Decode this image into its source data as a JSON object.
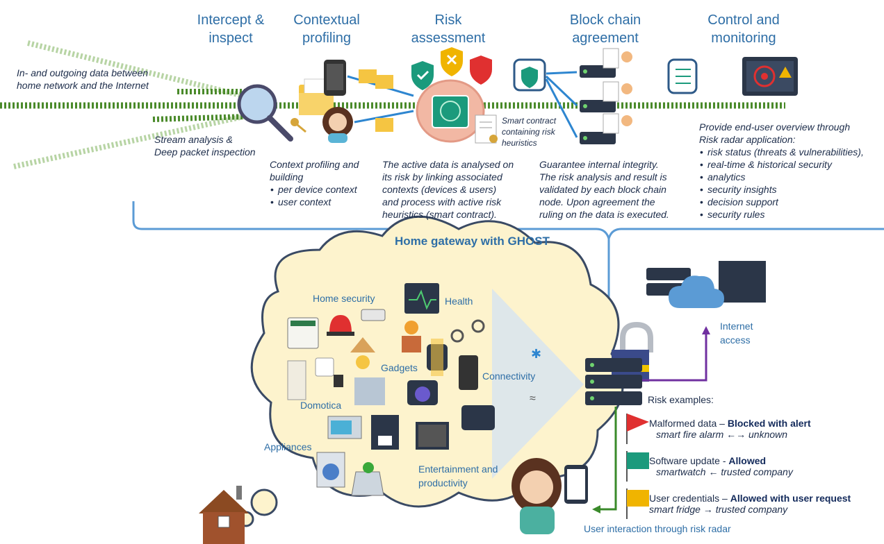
{
  "stages": [
    {
      "line1": "Intercept &",
      "line2": "inspect"
    },
    {
      "line1": "Contextual",
      "line2": "profiling"
    },
    {
      "line1": "Risk",
      "line2": "assessment"
    },
    {
      "line1": "Block chain",
      "line2": "agreement"
    },
    {
      "line1": "Control and",
      "line2": "monitoring"
    }
  ],
  "data_label": {
    "line1": "In- and outgoing data between",
    "line2": "home network and the Internet"
  },
  "stream_label": {
    "line1": "Stream analysis &",
    "line2": "Deep packet inspection"
  },
  "smart_contract": {
    "line1": "Smart contract",
    "line2": "containing risk",
    "line3": "heuristics"
  },
  "desc_profiling": {
    "line1": "Context profiling and",
    "line2": "building",
    "bullets": [
      "per device context",
      "user context"
    ]
  },
  "desc_risk": {
    "lines": [
      "The active data is analysed on",
      "its risk by linking associated",
      "contexts (devices & users)",
      "and process with active risk",
      "heuristics (smart contract)."
    ]
  },
  "desc_blockchain": {
    "lines": [
      "Guarantee internal integrity.",
      "The risk analysis and result is",
      "validated by each block chain",
      "node. Upon agreement the",
      "ruling on the data is executed."
    ]
  },
  "desc_control": {
    "line1": "Provide end-user overview through",
    "line2": "Risk radar application:",
    "bullets": [
      "risk status (threats & vulnerabilities),",
      "real-time & historical security",
      "security insights",
      "decision support",
      "security rules"
    ],
    "extra": "analytics"
  },
  "gateway_title": "Home gateway with GHOST",
  "cloud_labels": {
    "home_security": "Home security",
    "health": "Health",
    "gadgets": "Gadgets",
    "connectivity": "Connectivity",
    "domotica": "Domotica",
    "appliances": "Appliances",
    "entertainment_1": "Entertainment and",
    "entertainment_2": "productivity"
  },
  "internet": {
    "line1": "Internet",
    "line2": "access"
  },
  "risk_examples": {
    "title": "Risk examples:",
    "items": [
      {
        "label": "Malformed data – ",
        "verdict": "Blocked with alert",
        "detail": "smart fire alarm ←→ unknown",
        "color": "#e03030"
      },
      {
        "label": "Software update - ",
        "verdict": "Allowed",
        "detail": "smartwatch ← trusted company",
        "color": "#1b9a7c"
      },
      {
        "label": "User credentials – ",
        "verdict": "Allowed with user request",
        "detail": "smart fridge → trusted company",
        "color": "#f0b400"
      }
    ]
  },
  "user_interaction": "User interaction through risk radar",
  "colors": {
    "accent": "#2e6ea6",
    "stream": "#4a8a2a",
    "line": "#5b9bd5",
    "purple": "#7030a0",
    "green": "#2a8a2a",
    "cloud": "#fdf3cd"
  }
}
